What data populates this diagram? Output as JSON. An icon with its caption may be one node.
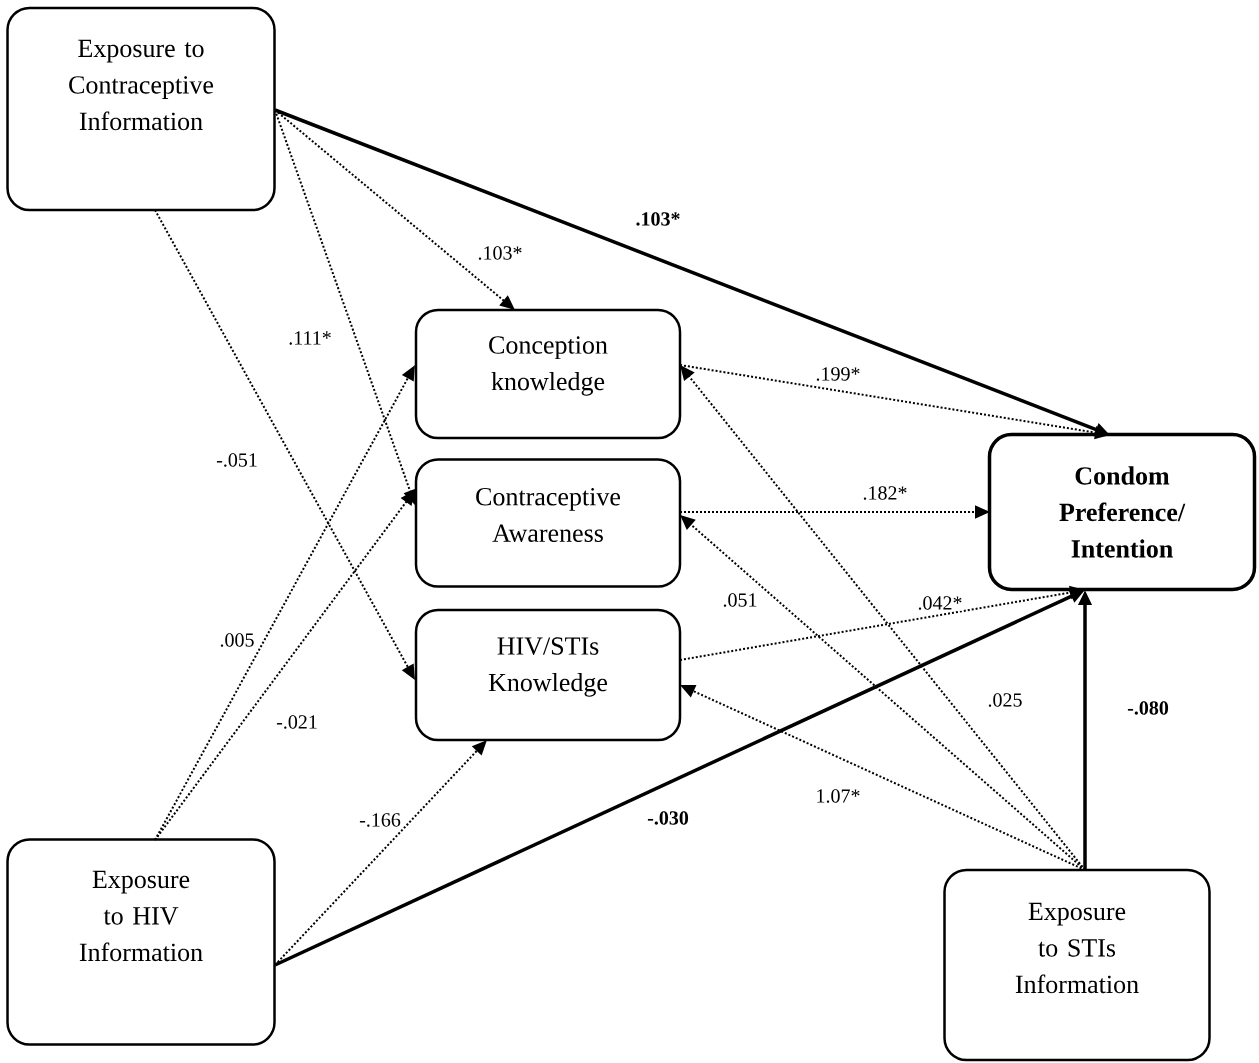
{
  "diagram": {
    "nodes": [
      {
        "text": [
          "Exposure to Contraceptive Information"
        ]
      },
      {
        "text": [
          "Conception knowledge"
        ]
      },
      {
        "text": [
          "Contraceptive Awareness"
        ]
      },
      {
        "text": [
          "HIV/STIs Knowledge"
        ]
      },
      {
        "text": [
          "Condom Preference/ Intention"
        ]
      },
      {
        "text": [
          "Exposure to HIV Information"
        ]
      },
      {
        "text": [
          "Exposure to STIs Information"
        ]
      }
    ],
    "edges": [
      {
        "from": 0,
        "to": 4,
        "arrow": "to",
        "label": ".103*"
      },
      {
        "from": 0,
        "to": 1,
        "arrow": "to",
        "label": ".103*",
        "style": "dashed"
      },
      {
        "from": 0,
        "to": 2,
        "arrow": "to",
        "label": ".111*",
        "style": "dashed"
      },
      {
        "from": 0,
        "to": 3,
        "arrow": "to",
        "label": "-.051",
        "style": "dashed"
      },
      {
        "from": 1,
        "to": 4,
        "arrow": "to",
        "label": ".199*",
        "style": "dashed"
      },
      {
        "from": 2,
        "to": 4,
        "arrow": "to",
        "label": ".182*",
        "style": "dashed"
      },
      {
        "from": 3,
        "to": 4,
        "arrow": "to",
        "label": ".042*",
        "style": "dashed"
      },
      {
        "from": 5,
        "to": 1,
        "arrow": "to",
        "label": ".005",
        "style": "dashed"
      },
      {
        "from": 5,
        "to": 2,
        "arrow": "to",
        "label": "-.021",
        "style": "dashed"
      },
      {
        "from": 5,
        "to": 3,
        "arrow": "to",
        "label": "-.166",
        "style": "dashed"
      },
      {
        "from": 5,
        "to": 4,
        "arrow": "to",
        "label": "-.030"
      },
      {
        "from": 6,
        "to": 4,
        "arrow": "to",
        "label": "-.080"
      },
      {
        "from": 6,
        "to": 1,
        "arrow": "to",
        "label": ".025",
        "style": "dashed"
      },
      {
        "from": 6,
        "to": 2,
        "arrow": "to",
        "label": ".051",
        "style": "dashed"
      },
      {
        "from": 6,
        "to": 3,
        "arrow": "to",
        "label": "1.07*",
        "style": "dashed"
      }
    ]
  }
}
